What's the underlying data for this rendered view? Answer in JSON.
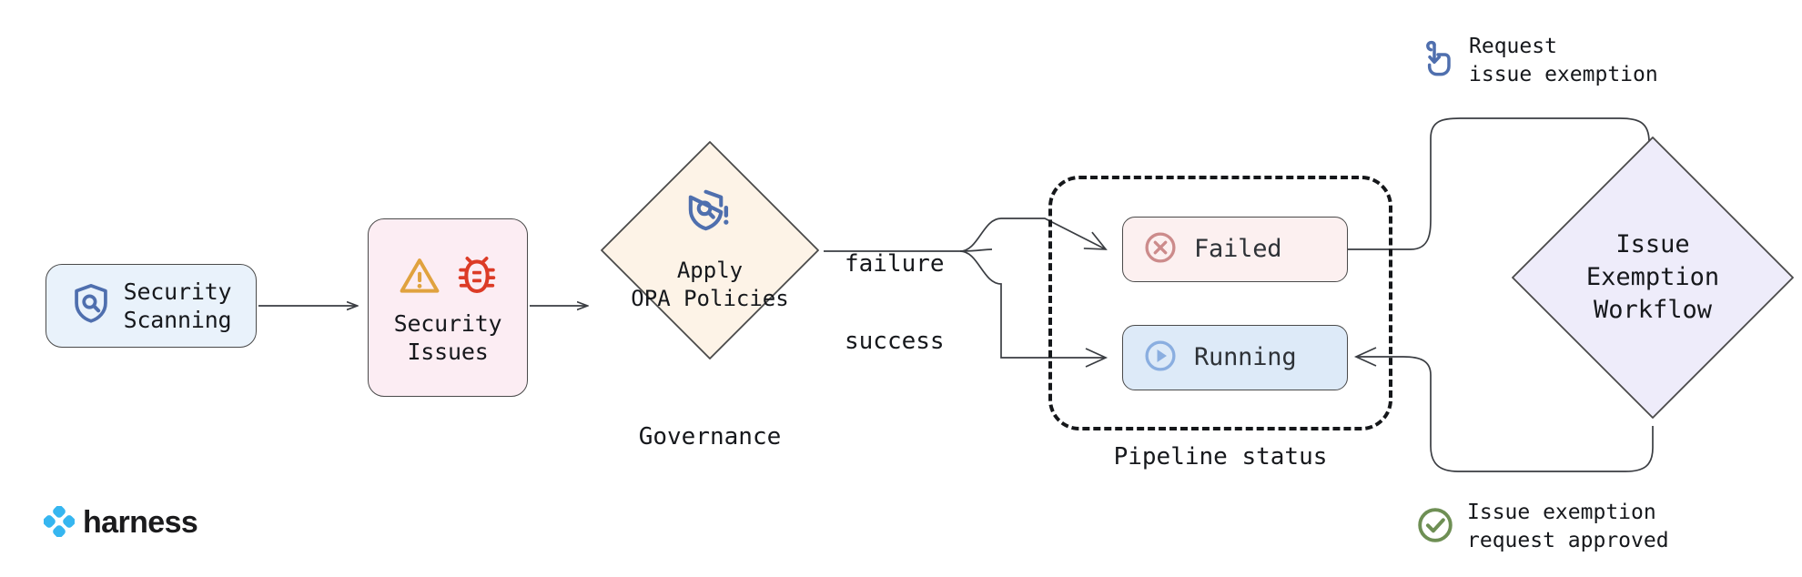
{
  "diagram": {
    "title": "Security scanning governance and issue exemption workflow",
    "background": "#ffffff"
  },
  "nodes": {
    "security_scanning": {
      "label": "Security\nScanning",
      "icon": "shield-scan-icon",
      "fill": "#e9f2fb",
      "stroke": "#4a4a4a"
    },
    "security_issues": {
      "label": "Security\nIssues",
      "icons": [
        "warning-triangle-icon",
        "bug-icon"
      ],
      "fill": "#fcedf3",
      "stroke": "#4a4a4a"
    },
    "governance": {
      "label": "Apply\nOPA Policies",
      "caption": "Governance",
      "icon": "shield-scan-alert-icon",
      "fill": "#fdf3e7",
      "stroke": "#4a4a4a"
    },
    "failed": {
      "label": "Failed",
      "icon": "x-circle-icon",
      "fill": "#fcf0f0",
      "icon_color": "#cc8b8b"
    },
    "running": {
      "label": "Running",
      "icon": "play-circle-icon",
      "fill": "#ddeaf8",
      "icon_color": "#8aaee0"
    },
    "pipeline_group": {
      "caption": "Pipeline status",
      "stroke": "#15171a",
      "style": "dashed"
    },
    "issue_exemption_workflow": {
      "label": "Issue\nExemption\nWorkflow",
      "fill": "#eeecfa",
      "stroke": "#4a4a4a"
    }
  },
  "edges": {
    "failure_label": "failure",
    "success_label": "success"
  },
  "annotations": {
    "request": {
      "text": "Request\nissue exemption",
      "icon": "tap-hand-icon",
      "color": "#4f6fae"
    },
    "approved": {
      "text": "Issue exemption\nrequest approved",
      "icon": "check-circle-icon",
      "color": "#6e8f54"
    }
  },
  "branding": {
    "wordmark": "harness",
    "logo_icon": "harness-diamond-logo",
    "logo_color": "#36b6f0"
  },
  "colors": {
    "accent_blue": "#4f6fae",
    "warning_orange": "#e0a23e",
    "bug_red": "#dc3b26",
    "failed_rose": "#cc8b8b",
    "running_blue": "#8aaee0",
    "approved_green": "#6e8f54",
    "brand_blue": "#36b6f0",
    "line": "#3a3d42"
  }
}
